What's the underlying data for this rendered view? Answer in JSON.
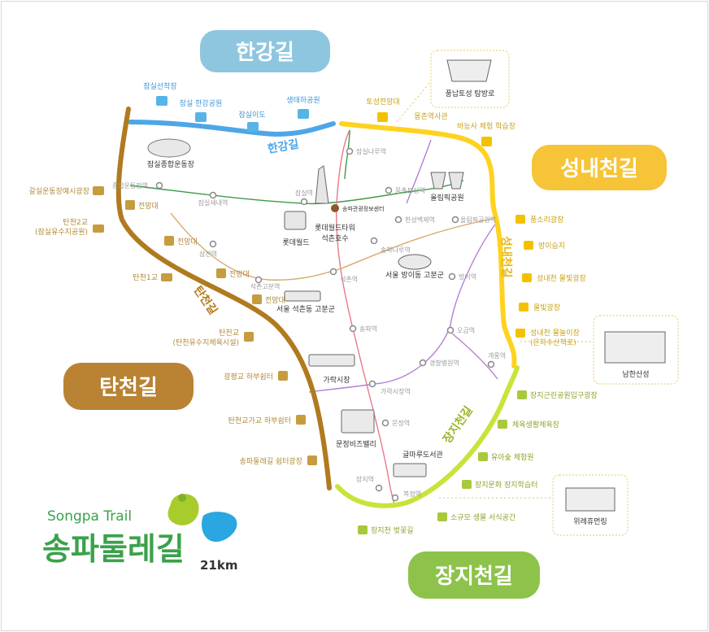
{
  "trails": {
    "hangang": {
      "label": "한강길",
      "route_label": "한강길",
      "color": "#4ea6e6"
    },
    "seongnae": {
      "label": "성내천길",
      "route_label": "성내천길",
      "color": "#ffd21f"
    },
    "tancheon": {
      "label": "탄천길",
      "route_label": "탄천길",
      "color": "#b07a1e"
    },
    "jangji": {
      "label": "장지천길",
      "route_label": "장지천길",
      "color": "#c9e33a"
    }
  },
  "label_colors": {
    "hangang_bg": "#8ec6df",
    "seongnae_bg": "#f7c438",
    "tancheon_bg": "#b98333",
    "jangji_bg": "#8dc34b"
  },
  "brand": {
    "title_en": "Songpa Trail",
    "title_ko": "송파둘레길",
    "distance": "21km",
    "color": "#3aa24a"
  },
  "poi_hangang": [
    {
      "name": "잠실선착장"
    },
    {
      "name": "잠실 한강공원"
    },
    {
      "name": "잠실이도"
    },
    {
      "name": "생태하공원"
    }
  ],
  "poi_seongnae": [
    {
      "name": "토성전망대"
    },
    {
      "name": "몽촌역사관"
    },
    {
      "name": "바능사 체험 학습장"
    },
    {
      "name": "풍소리광장"
    },
    {
      "name": "방이습지"
    },
    {
      "name": "성내천 물빛광장"
    },
    {
      "name": "물빛광장"
    },
    {
      "name": "성내천 물놀이장"
    },
    {
      "name": "(은하수산책로)"
    }
  ],
  "poi_jangji": [
    {
      "name": "장지근린공원입구광장"
    },
    {
      "name": "체육생활체육장"
    },
    {
      "name": "유아숲 체험원"
    },
    {
      "name": "장지문화 장지학습터"
    },
    {
      "name": "소규모 생물 서식공간"
    },
    {
      "name": "장지천 벚꽃길"
    }
  ],
  "poi_tancheon": [
    {
      "name": "갈실운동장예시광장"
    },
    {
      "name": "탄천2교"
    },
    {
      "name": "(잠실유수지공원)"
    },
    {
      "name": "전망대"
    },
    {
      "name": "전망대"
    },
    {
      "name": "전망대"
    },
    {
      "name": "전망대"
    },
    {
      "name": "탄천1교"
    },
    {
      "name": "탄천교"
    },
    {
      "name": "(탄천유수지체육시설)"
    },
    {
      "name": "광평교 하부쉼터"
    },
    {
      "name": "탄천교가교 하부쉼터"
    },
    {
      "name": "송파둘레길 쉼터광장"
    }
  ],
  "landmarks": [
    {
      "name": "잠실종합운동장"
    },
    {
      "name": "롯데월드타워"
    },
    {
      "name": "석촌호수"
    },
    {
      "name": "롯데월드"
    },
    {
      "name": "송파관광정보센터"
    },
    {
      "name": "올림픽공원"
    },
    {
      "name": "서울 방이동 고분군"
    },
    {
      "name": "서울 석촌동 고분군"
    },
    {
      "name": "가락시장"
    },
    {
      "name": "문정비즈밸리"
    },
    {
      "name": "글마루도서관"
    }
  ],
  "callouts": [
    {
      "name": "풍납토성 탐방로"
    },
    {
      "name": "남한산성"
    },
    {
      "name": "위례휴먼링"
    }
  ],
  "stations": [
    {
      "name": "종합운동장역"
    },
    {
      "name": "잠실새내역"
    },
    {
      "name": "잠실역"
    },
    {
      "name": "몽촌토성역"
    },
    {
      "name": "잠실나루역"
    },
    {
      "name": "한성백제역"
    },
    {
      "name": "올림픽공원역"
    },
    {
      "name": "삼전역"
    },
    {
      "name": "석촌고분역"
    },
    {
      "name": "송파나루역"
    },
    {
      "name": "석촌역"
    },
    {
      "name": "방이역"
    },
    {
      "name": "송파역"
    },
    {
      "name": "가락시장역"
    },
    {
      "name": "오금역"
    },
    {
      "name": "경찰병원역"
    },
    {
      "name": "개롱역"
    },
    {
      "name": "문정역"
    },
    {
      "name": "장지역"
    },
    {
      "name": "복정역"
    }
  ]
}
